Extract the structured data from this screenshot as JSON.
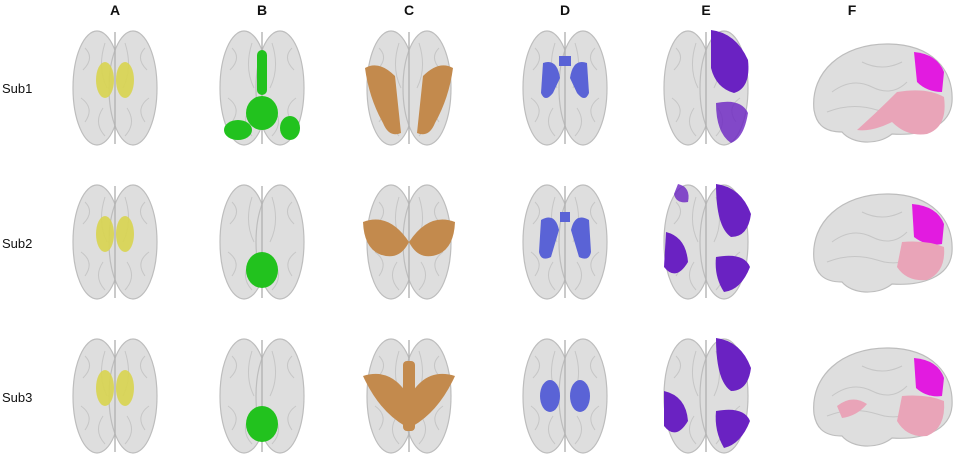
{
  "columns": [
    "A",
    "B",
    "C",
    "D",
    "E",
    "F"
  ],
  "rows": [
    "Sub1",
    "Sub2",
    "Sub3"
  ],
  "region_colors": {
    "A": "#d8d44f",
    "B": "#22c21e",
    "C": "#c38a4d",
    "D": "#5a63d6",
    "E": "#6a22c2",
    "F_upper": "#e21be0",
    "F_lower": "#e9a4b8"
  },
  "brain_color": "#d9d9d9"
}
